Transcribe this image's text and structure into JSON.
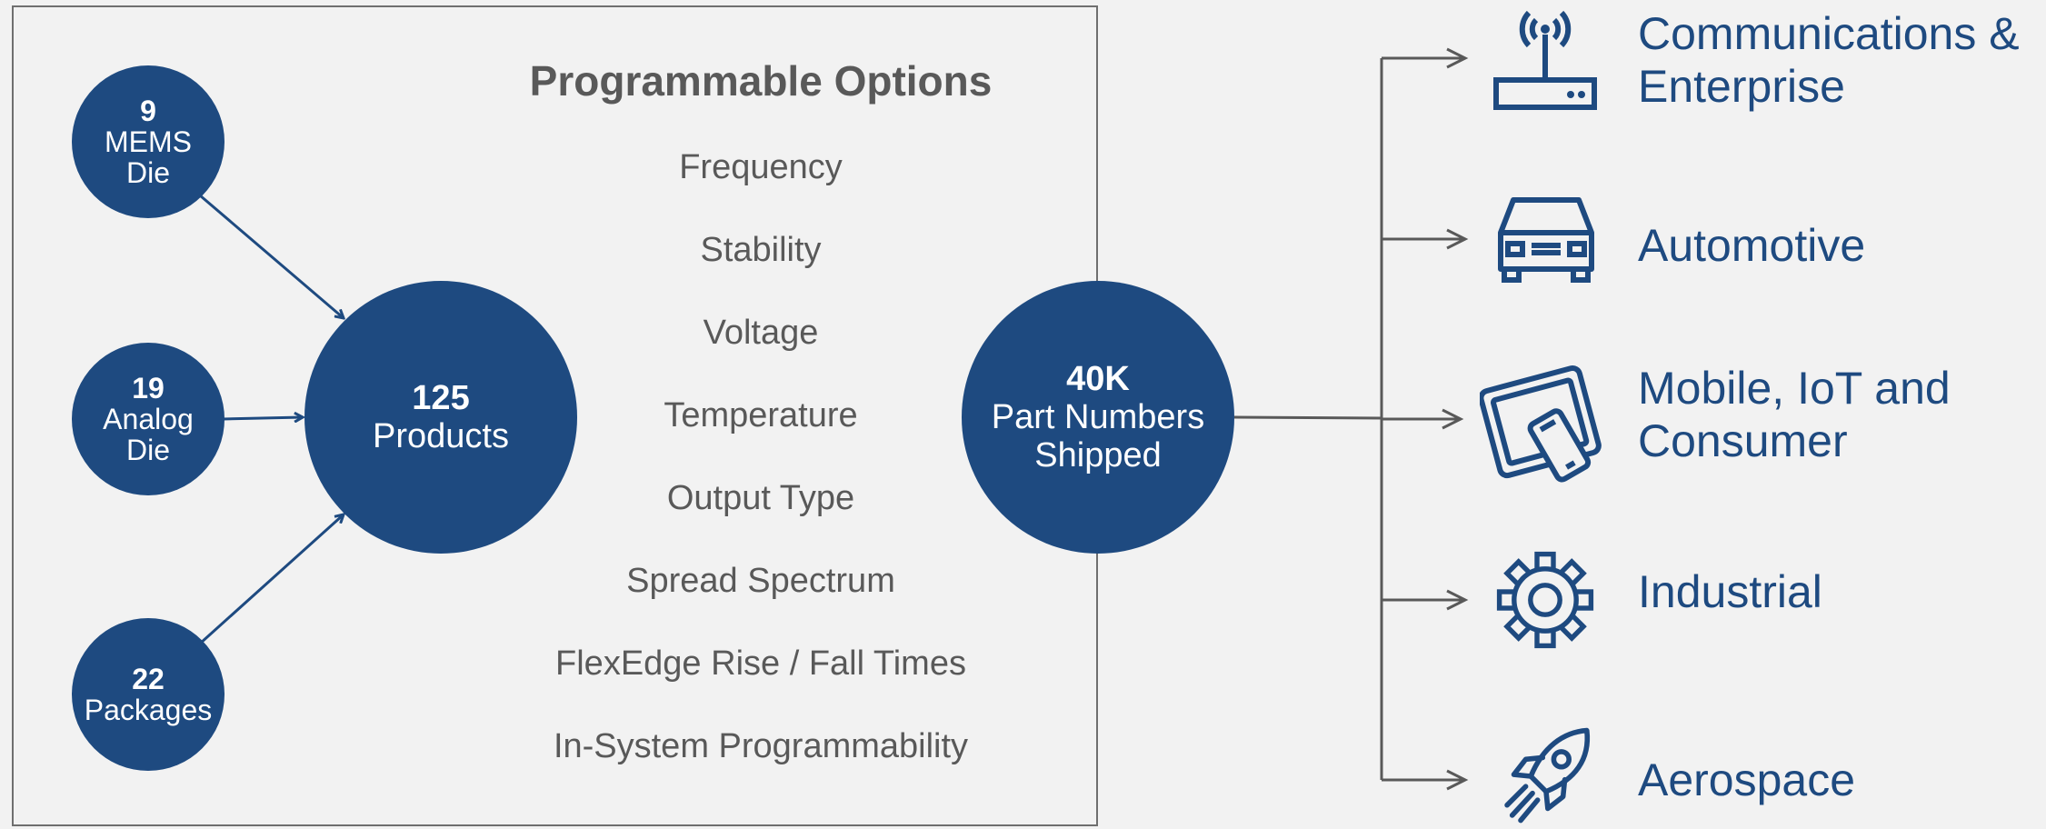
{
  "inputs": [
    {
      "num": "9",
      "text_lines": [
        "MEMS",
        "Die"
      ]
    },
    {
      "num": "19",
      "text_lines": [
        "Analog",
        "Die"
      ]
    },
    {
      "num": "22",
      "text_lines": [
        "Packages"
      ]
    }
  ],
  "products": {
    "num": "125",
    "text": "Products"
  },
  "options": {
    "title": "Programmable Options",
    "items": [
      "Frequency",
      "Stability",
      "Voltage",
      "Temperature",
      "Output Type",
      "Spread Spectrum",
      "FlexEdge Rise / Fall Times",
      "In-System Programmability"
    ]
  },
  "shipped": {
    "num": "40K",
    "text_lines": [
      "Part Numbers",
      "Shipped"
    ]
  },
  "markets": [
    {
      "icon": "wireless-router-icon",
      "label_lines": [
        "Communications &",
        "Enterprise"
      ]
    },
    {
      "icon": "car-icon",
      "label_lines": [
        "Automotive"
      ]
    },
    {
      "icon": "tablet-phone-icon",
      "label_lines": [
        "Mobile, IoT and",
        "Consumer"
      ]
    },
    {
      "icon": "gear-icon",
      "label_lines": [
        "Industrial"
      ]
    },
    {
      "icon": "rocket-icon",
      "label_lines": [
        "Aerospace"
      ]
    }
  ],
  "colors": {
    "accent": "#1e4a80",
    "text": "#595959",
    "line": "#595959",
    "background": "#f2f2f2"
  }
}
